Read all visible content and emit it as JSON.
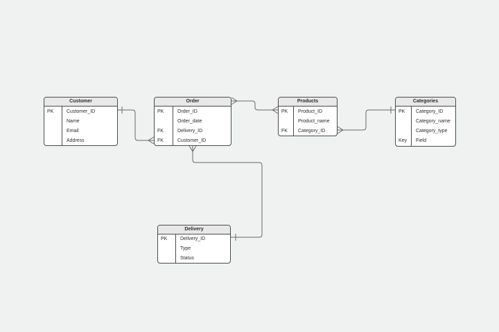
{
  "canvas": {
    "background": "#f0f1f1"
  },
  "colors": {
    "table_border": "#4a4a4a",
    "header_fill": "#e8e8e8",
    "body_fill": "#ffffff",
    "connector": "#666666",
    "text": "#2b2b2b"
  },
  "tables": [
    {
      "id": "customer",
      "title": "Customer",
      "rows": [
        {
          "key": "PK",
          "field": "Customer_ID"
        },
        {
          "key": "",
          "field": "Name"
        },
        {
          "key": "",
          "field": "Email"
        },
        {
          "key": "",
          "field": "Address"
        }
      ]
    },
    {
      "id": "order",
      "title": "Order",
      "rows": [
        {
          "key": "PK",
          "field": "Order_ID"
        },
        {
          "key": "",
          "field": "Order_date"
        },
        {
          "key": "FK",
          "field": "Delivery_ID"
        },
        {
          "key": "FK",
          "field": "Customer_ID"
        }
      ]
    },
    {
      "id": "products",
      "title": "Products",
      "rows": [
        {
          "key": "PK",
          "field": "Product_ID"
        },
        {
          "key": "",
          "field": "Product_name"
        },
        {
          "key": "FK",
          "field": "Category_ID"
        }
      ]
    },
    {
      "id": "categories",
      "title": "Categories",
      "rows": [
        {
          "key": "PK",
          "field": "Category_ID"
        },
        {
          "key": "",
          "field": "Category_name"
        },
        {
          "key": "",
          "field": "Category_type"
        },
        {
          "key": "Key",
          "field": "Field"
        }
      ]
    },
    {
      "id": "delivery",
      "title": "Delivery",
      "rows": [
        {
          "key": "PK",
          "field": "Delivery_ID"
        },
        {
          "key": "",
          "field": "Type"
        },
        {
          "key": "",
          "field": "Status"
        }
      ]
    }
  ],
  "relationships": [
    {
      "from": "Customer",
      "to": "Order",
      "from_end": "one",
      "to_end": "many",
      "from_field": "Customer_ID",
      "to_field": "Customer_ID"
    },
    {
      "from": "Order",
      "to": "Products",
      "from_end": "many",
      "to_end": "many",
      "from_field": "Order",
      "to_field": "Product_ID"
    },
    {
      "from": "Products",
      "to": "Categories",
      "from_end": "many",
      "to_end": "one",
      "from_field": "Category_ID",
      "to_field": "Category_ID"
    },
    {
      "from": "Order",
      "to": "Delivery",
      "from_end": "many",
      "to_end": "one",
      "from_field": "Delivery_ID",
      "to_field": "Delivery_ID"
    }
  ]
}
